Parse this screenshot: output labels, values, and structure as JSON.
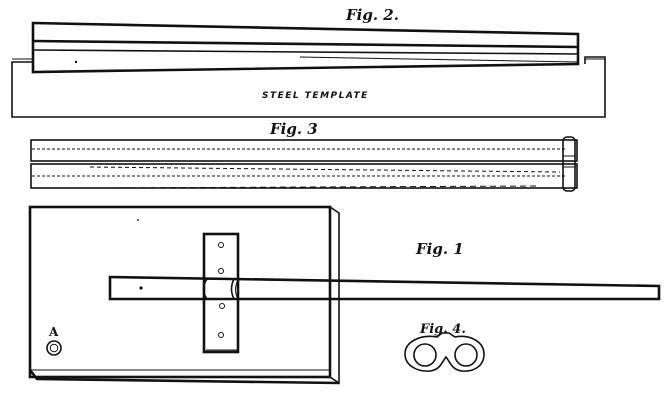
{
  "figures": {
    "fig2": {
      "label": "Fig. 2.",
      "template_label": "STEEL TEMPLATE",
      "description": "Tapered bar resting in a steel template"
    },
    "fig3": {
      "label": "Fig. 3",
      "description": "Two parallel bars with dashed centre lines, joined by a clamp at the right end"
    },
    "fig1": {
      "label": "Fig. 1",
      "point_label": "A",
      "description": "Base board with hinged clamp plate and long rod"
    },
    "fig4": {
      "label": "Fig. 4.",
      "description": "Double ring (figure-eight) clip"
    }
  },
  "colors": {
    "ink": "#111111",
    "paper": "#ffffff"
  }
}
